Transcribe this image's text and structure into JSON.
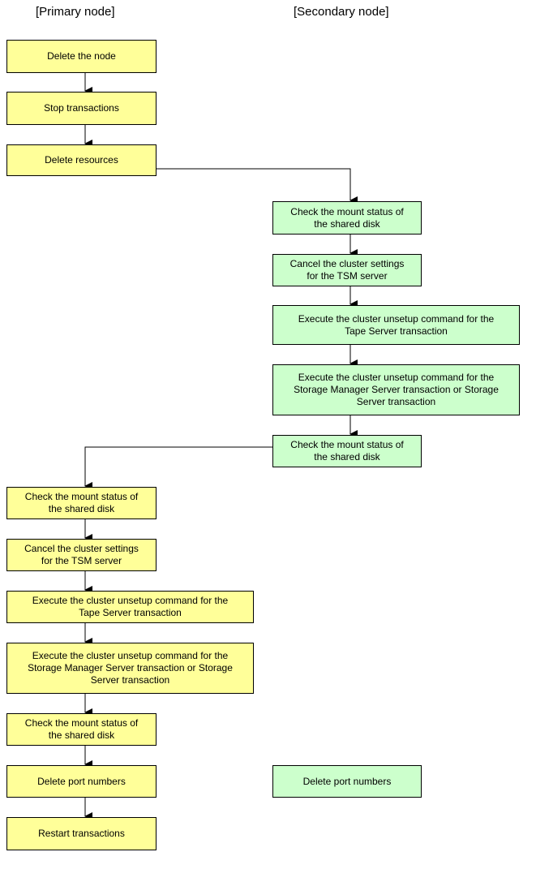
{
  "headers": {
    "primary": "[Primary node]",
    "secondary": "[Secondary node]"
  },
  "primary_steps": [
    "Delete the node",
    "Stop transactions",
    "Delete resources",
    "Check the mount status of\nthe shared disk",
    "Cancel the cluster settings\nfor the TSM server",
    "Execute the cluster unsetup command for the\nTape Server transaction",
    "Execute the cluster unsetup command for the\nStorage Manager Server transaction or Storage\nServer transaction",
    "Check the mount status of\nthe shared disk",
    "Delete port numbers",
    "Restart transactions"
  ],
  "secondary_steps": [
    "Check the mount status of\nthe shared disk",
    "Cancel the cluster settings\nfor the TSM server",
    "Execute the cluster unsetup command for the\nTape Server transaction",
    "Execute the cluster unsetup command for the\nStorage Manager Server transaction or Storage\nServer transaction",
    "Check the mount status of\nthe shared disk",
    "Delete port numbers"
  ],
  "colors": {
    "primary_fill": "#ffff99",
    "secondary_fill": "#ccffcc",
    "stroke": "#000000"
  }
}
